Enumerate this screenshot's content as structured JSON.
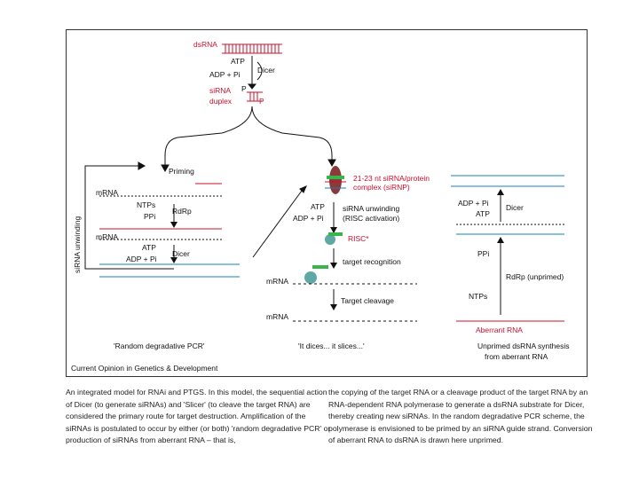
{
  "labels": {
    "dsrna": "dsRNA",
    "atp_top": "ATP",
    "dicer_top": "Dicer",
    "adp_top": "ADP + Pi",
    "sirna": "siRNA",
    "duplex": "duplex",
    "p_a": "P",
    "p_b": "P",
    "priming": "Priming",
    "mrna_1": "mRNA",
    "ntps_left": "NTPs",
    "ppi_left": "PPi",
    "rdrp_left": "RdRp",
    "mrna_2": "mRNA",
    "atp_left": "ATP",
    "dicer_left": "Dicer",
    "adp_left": "ADP + Pi",
    "sirnp": "21-23 nt siRNA/protein",
    "sirnp2": "complex (siRNP)",
    "atp_mid": "ATP",
    "adp_mid": "ADP + Pi",
    "unwind": "siRNA unwinding",
    "risc_act": "(RISC activation)",
    "risc": "RISC*",
    "target_rec": "target recognition",
    "mrna_mid": "mRNA",
    "target_cleave": "Target cleavage",
    "mrna_mid2": "mRNA",
    "adp_right": "ADP + Pi",
    "dicer_right": "Dicer",
    "atp_right": "ATP",
    "ppi_right": "PPi",
    "rdrp_right": "RdRp (unprimed)",
    "ntps_right": "NTPs",
    "aberrant": "Aberrant RNA",
    "side": "siRNA unwinding",
    "title_left": "'Random degradative PCR'",
    "title_mid": "'It dices... it slices...'",
    "title_right1": "Unprimed dsRNA synthesis",
    "title_right2": "from aberrant RNA",
    "footer": "Current Opinion in Genetics & Development"
  },
  "caption": {
    "left": "An integrated model for RNAi and PTGS. In this model, the sequential action of Dicer (to generate siRNAs) and 'Slicer' (to cleave the target RNA) are considered the primary route for target destruction. Amplification of the siRNAs is postulated to occur by either (or both) 'random degradative PCR' or production of siRNAs from aberrant RNA – that is,",
    "right": "the copying of the target RNA or a cleavage product of the target RNA by an RNA-dependent RNA polymerase to generate a dsRNA substrate for Dicer, thereby creating new siRNAs. In the random degradative PCR scheme, the polymerase is envisioned to be primed by an siRNA guide strand. Conversion of aberrant RNA to dsRNA is drawn here unprimed."
  },
  "colors": {
    "red": "#c8102e",
    "blue": "#1a7fb5",
    "green": "#39b54a",
    "teal": "#5fa8a6",
    "protein": "#8b3a3a"
  }
}
